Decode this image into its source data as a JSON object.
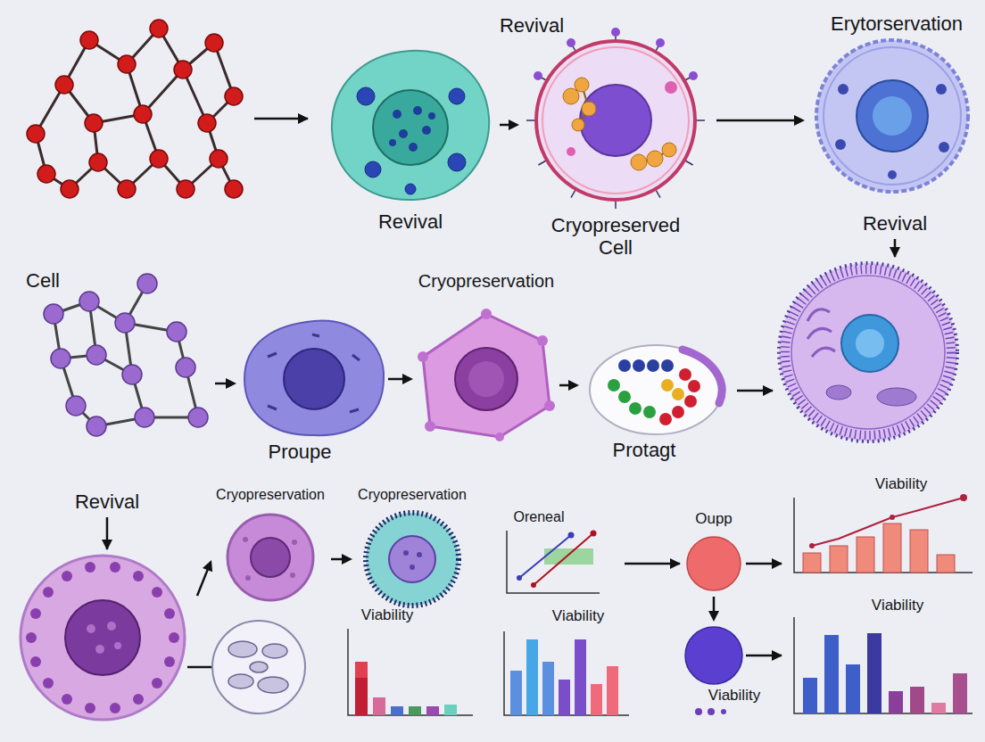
{
  "diagram": {
    "nodes": [
      {
        "text": [
          "Revival"
        ]
      },
      {
        "text": [
          "Cryopreserved Cell"
        ]
      },
      {
        "text": [
          "Erytorservation",
          "Revival"
        ]
      },
      {
        "text": [
          "Cell"
        ]
      },
      {
        "text": [
          "Proupe"
        ]
      },
      {
        "text": [
          "Cryopreservation"
        ]
      },
      {
        "text": [
          "Protagt"
        ]
      },
      {
        "text": [
          "Revival"
        ]
      },
      {
        "text": [
          "Cryopreservation"
        ]
      },
      {
        "text": [
          "Cryopreservation"
        ]
      },
      {
        "text": [
          "Oupp"
        ]
      },
      {
        "text": [
          "Viability"
        ]
      }
    ],
    "edges": [
      {
        "from": 0,
        "to": 1,
        "arrow": "to"
      },
      {
        "from": 1,
        "to": 2,
        "arrow": "to"
      },
      {
        "from": 3,
        "to": 4,
        "arrow": "to"
      },
      {
        "from": 4,
        "to": 5,
        "arrow": "to"
      },
      {
        "from": 5,
        "to": 6,
        "arrow": "to"
      },
      {
        "from": 7,
        "to": 8,
        "arrow": "to"
      },
      {
        "from": 8,
        "to": 9,
        "arrow": "to"
      },
      {
        "from": 10,
        "to": 11,
        "arrow": "to"
      }
    ],
    "labels": [
      "Revival",
      "Oreneal",
      "Viability",
      "Viability",
      "Viability",
      "Viability"
    ]
  }
}
